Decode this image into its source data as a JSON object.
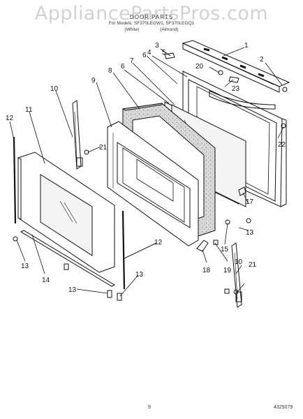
{
  "watermark": "AppliancePartsPros.com",
  "header": {
    "title": "DOOR PARTS",
    "models": "For Models: SF370LEGW1, SF370LEGQ1",
    "color_a": "(White)",
    "color_b": "(Almond)"
  },
  "footer": {
    "page": "9",
    "code": "4325079"
  },
  "callouts": [
    "1",
    "2",
    "3",
    "4",
    "5",
    "6",
    "6",
    "7",
    "8",
    "9",
    "10",
    "10",
    "11",
    "12",
    "12",
    "13",
    "13",
    "13",
    "13",
    "14",
    "15",
    "17",
    "18",
    "19",
    "20",
    "21",
    "21",
    "22",
    "23"
  ],
  "colors": {
    "line": "#111111",
    "insulation": "#d9d9d9",
    "glass": "#f4f4f4",
    "watermark": "#d2d2d2"
  }
}
